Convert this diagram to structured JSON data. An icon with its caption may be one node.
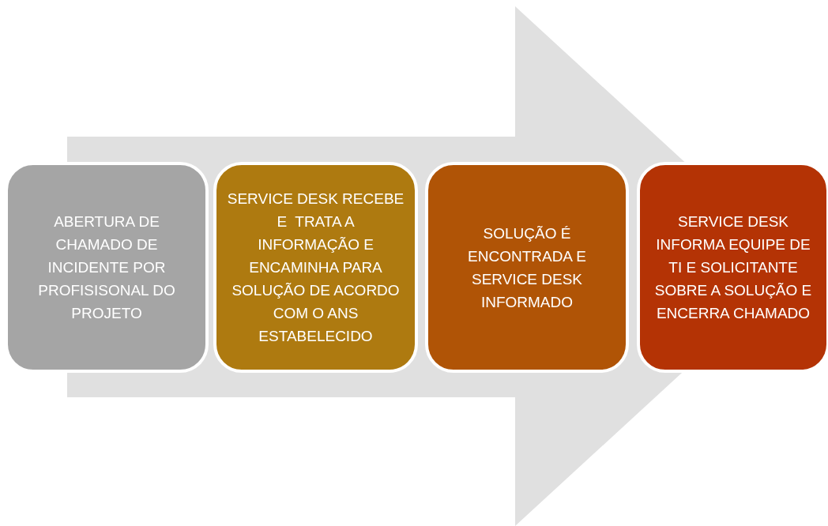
{
  "diagram": {
    "nodes": [
      {
        "text": [
          "ABERTURA DE CHAMADO DE INCIDENTE POR PROFISISONAL DO PROJETO"
        ]
      },
      {
        "text": [
          "SERVICE DESK RECEBE E  TRATA A INFORMAÇÃO E ENCAMINHA PARA SOLUÇÃO DE ACORDO COM O ANS ESTABELECIDO"
        ]
      },
      {
        "text": [
          "SOLUÇÃO É ENCONTRADA E SERVICE DESK INFORMADO"
        ]
      },
      {
        "text": [
          "SERVICE DESK INFORMA EQUIPE DE TI E SOLICITANTE SOBRE A SOLUÇÃO E ENCERRA CHAMADO"
        ]
      }
    ],
    "edges": [
      {
        "from": 0,
        "to": 3,
        "arrow": "to"
      }
    ]
  }
}
